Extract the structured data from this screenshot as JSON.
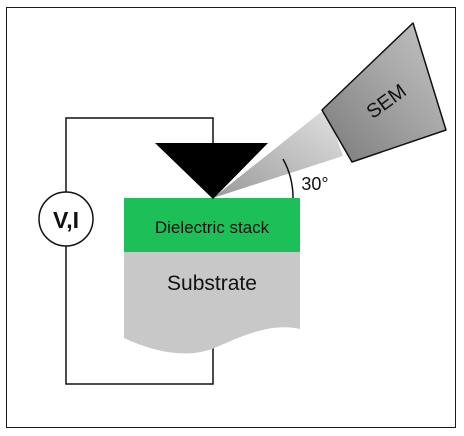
{
  "diagram": {
    "meter_label": "V,I",
    "dielectric_label": "Dielectric stack",
    "substrate_label": "Substrate",
    "sem_label": "SEM",
    "angle_label": "30°"
  },
  "colors": {
    "dielectric": "#1dbf59",
    "substrate": "#c8c8c8",
    "tip": "#000000",
    "wire": "#111111"
  },
  "icons": {
    "probe_tip": "black-triangle",
    "sem_detector": "grey-trapezoid",
    "meter": "circle"
  }
}
